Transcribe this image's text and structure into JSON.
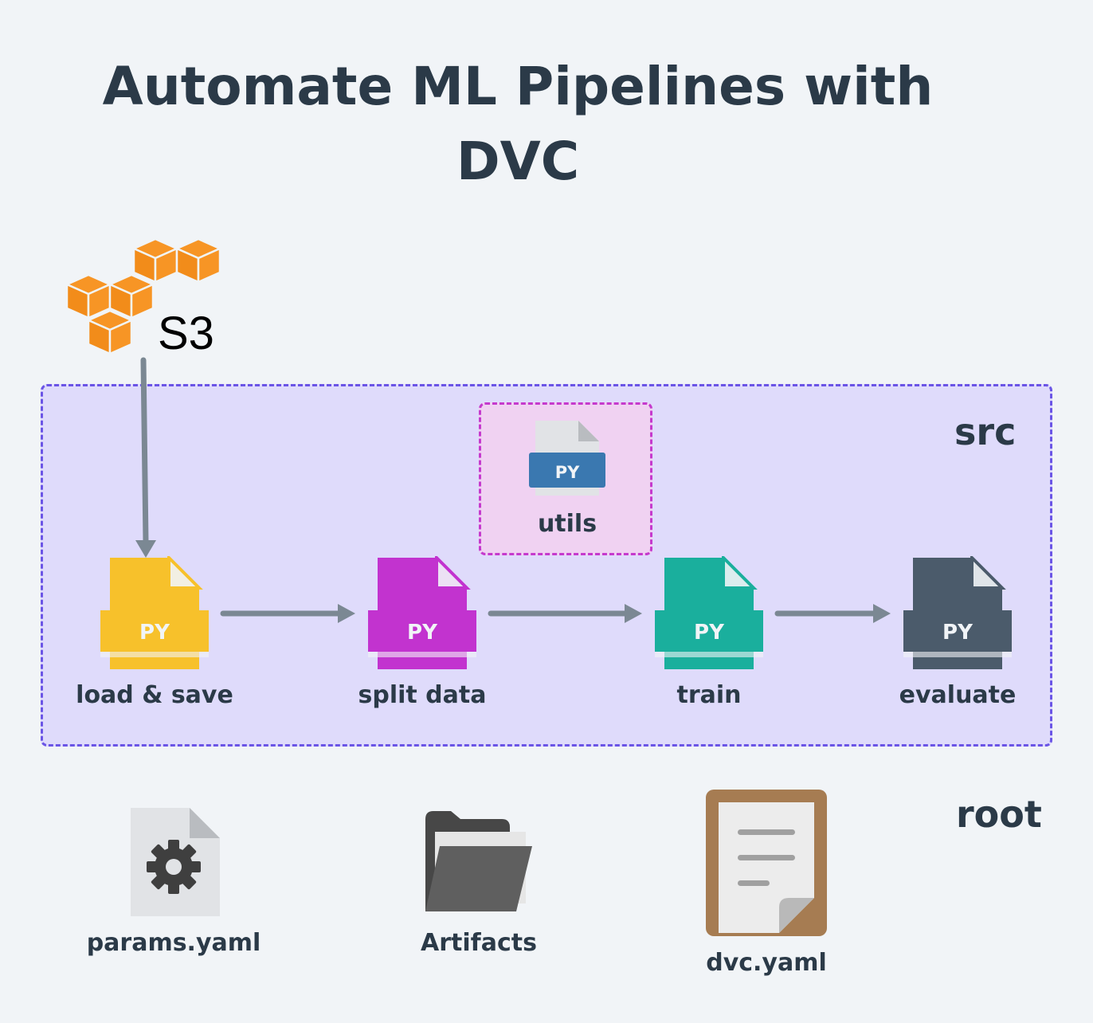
{
  "title": "Automate ML Pipelines with DVC",
  "s3": {
    "label": "S3"
  },
  "src": {
    "label": "src",
    "utils": {
      "label": "utils",
      "badge": "PY"
    },
    "steps": [
      {
        "label": "load & save",
        "badge": "PY",
        "color": "#f7c12b"
      },
      {
        "label": "split data",
        "badge": "PY",
        "color": "#c233cf"
      },
      {
        "label": "train",
        "badge": "PY",
        "color": "#1aaf9d"
      },
      {
        "label": "evaluate",
        "badge": "PY",
        "color": "#4b5b6b"
      }
    ]
  },
  "root": {
    "label": "root",
    "files": [
      {
        "label": "params.yaml",
        "icon": "gear-file-icon"
      },
      {
        "label": "Artifacts",
        "icon": "folder-icon"
      },
      {
        "label": "dvc.yaml",
        "icon": "clipboard-icon"
      }
    ]
  },
  "colors": {
    "arrow": "#7b8893",
    "src_border": "#6b55e6",
    "utils_border": "#c53acd",
    "aws_orange": "#f79525",
    "utils_badge": "#3a78b0"
  }
}
